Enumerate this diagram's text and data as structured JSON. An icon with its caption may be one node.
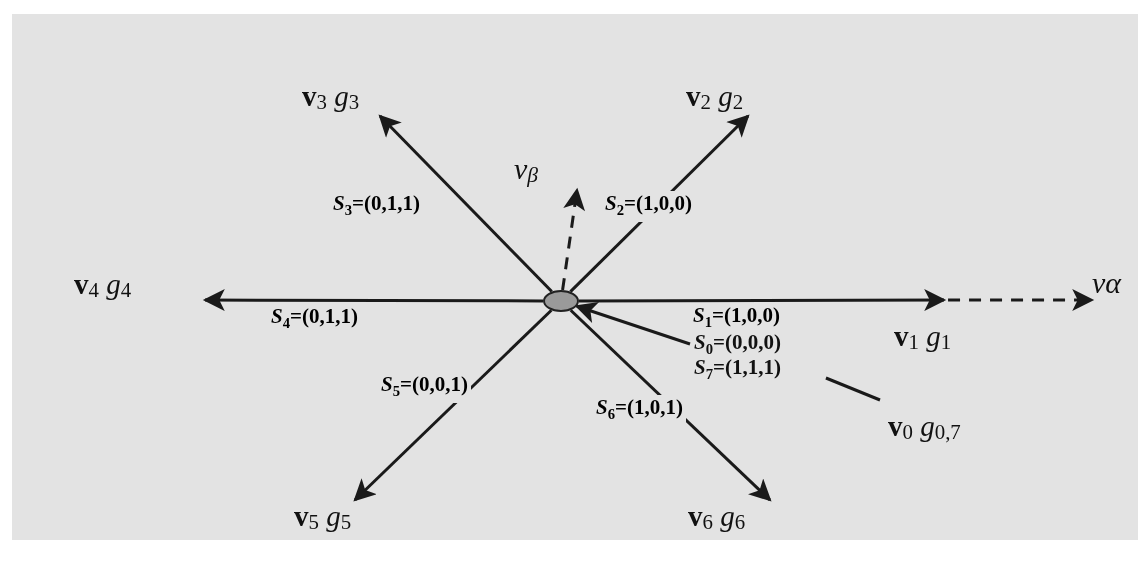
{
  "diagram": {
    "nodes": [
      {
        "text": [],
        "shape": "circle"
      },
      {
        "text": [
          "v$_{β}$"
        ]
      },
      {
        "text": [
          "**v**$_{3}$ *g*$_{3}$"
        ]
      },
      {
        "text": [
          "**v**$_{2}$ *g*$_{2}$"
        ]
      },
      {
        "text": [
          "**v**$_{4}$ *g*$_{4}$"
        ]
      },
      {
        "text": [
          "vα"
        ]
      },
      {
        "text": [
          "**v**$_{1}$ *g*$_{1}$"
        ]
      },
      {
        "text": [
          "*S*$_{0}$=(0,0,0)",
          "*S*$_{7}$=(1,1,1)"
        ]
      },
      {
        "text": [
          "**v**$_{0}$ *g*$_{0,7}$"
        ]
      },
      {
        "text": [
          "**v**$_{5}$ *g*$_{5}$"
        ]
      },
      {
        "text": [
          "**v**$_{6}$ *g*$_{6}$"
        ]
      }
    ],
    "edges": [
      {
        "from": 0,
        "to": 1,
        "arrow": "to",
        "style": "dashed"
      },
      {
        "from": 0,
        "to": 2,
        "arrow": "to",
        "label": "*S*$_{3}$=(0,1,1)"
      },
      {
        "from": 0,
        "to": 3,
        "arrow": "to",
        "label": "*S*$_{2}$=(1,0,0)"
      },
      {
        "from": 0,
        "to": 4,
        "arrow": "to",
        "label": "*S*$_{4}$=(0,1,1)"
      },
      {
        "from": 0,
        "to": 6,
        "arrow": "to",
        "label": "*S*$_{1}$=(1,0,0)"
      },
      {
        "from": 6,
        "to": 5,
        "arrow": "to",
        "style": "dashed"
      },
      {
        "from": 0,
        "to": 9,
        "arrow": "to",
        "label": "*S*$_{5}$=(0,0,1)"
      },
      {
        "from": 0,
        "to": 10,
        "arrow": "to",
        "label": "*S*$_{6}$=(1,0,1)"
      },
      {
        "from": 7,
        "to": 0,
        "arrow": "to"
      },
      {
        "from": 8,
        "to": 7,
        "arrow": "none"
      }
    ]
  }
}
